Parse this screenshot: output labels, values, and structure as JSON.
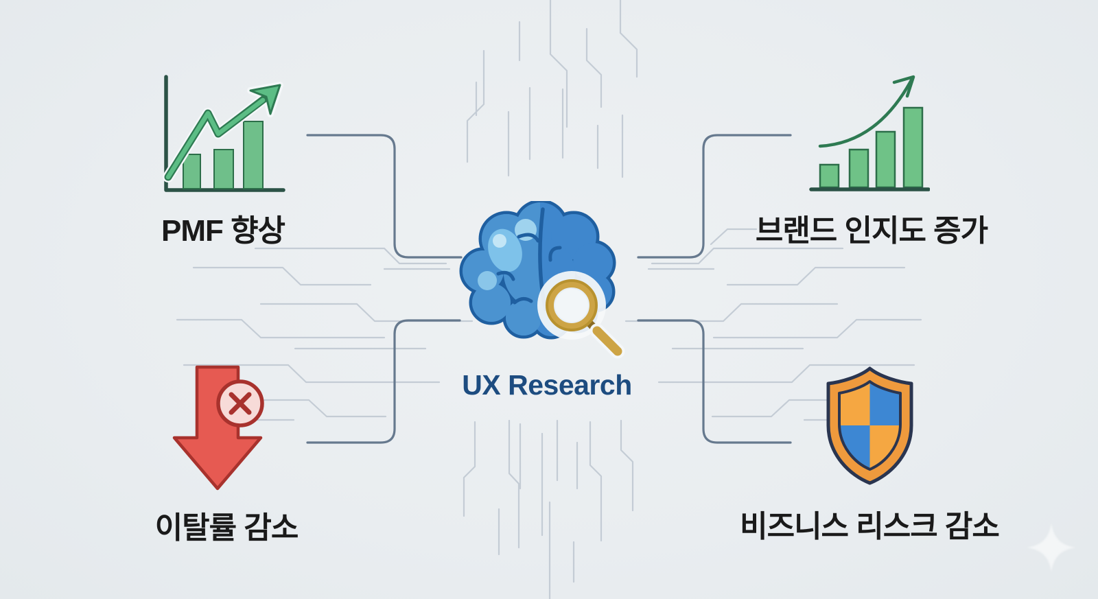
{
  "center": {
    "title": "UX Research",
    "icon": "brain-magnifier-icon"
  },
  "nodes": [
    {
      "label": "PMF 향상",
      "position": "top-left",
      "icon": "growth-line-chart-icon"
    },
    {
      "label": "브랜드 인지도 증가",
      "position": "top-right",
      "icon": "rising-bar-chart-icon"
    },
    {
      "label": "이탈률 감소",
      "position": "bottom-left",
      "icon": "down-arrow-error-icon"
    },
    {
      "label": "비즈니스 리스크 감소",
      "position": "bottom-right",
      "icon": "security-shield-icon"
    }
  ],
  "watermark": {
    "icon": "sparkle-icon"
  },
  "colors": {
    "bg": "#e9edf0",
    "label-text": "#1a1a1a",
    "center-title": "#1d4c80",
    "trace": "#c4ccd5",
    "connector": "#66798e",
    "axis-dark": "#2b5246",
    "green-bar": "#6fbf8a",
    "green-bar2": "#6fc287",
    "green-stroke": "#2c6e49",
    "green-arrow": "#5cbd85",
    "green-arrow-dark": "#2e7a52",
    "red-fill": "#e65a52",
    "red-dark": "#a8322d",
    "red-badge-bg": "#f7dbd8",
    "orange": "#ef9a3d",
    "orange-light": "#f5a742",
    "quad-blue": "#3d87d3",
    "navy-outline": "#2a3550",
    "brain-blue": "#3f87cd",
    "brain-blue-light": "#7ec2ea",
    "brain-outline": "#1f5fa0",
    "gold": "#cda445",
    "white-casing": "#f4f7f9"
  }
}
